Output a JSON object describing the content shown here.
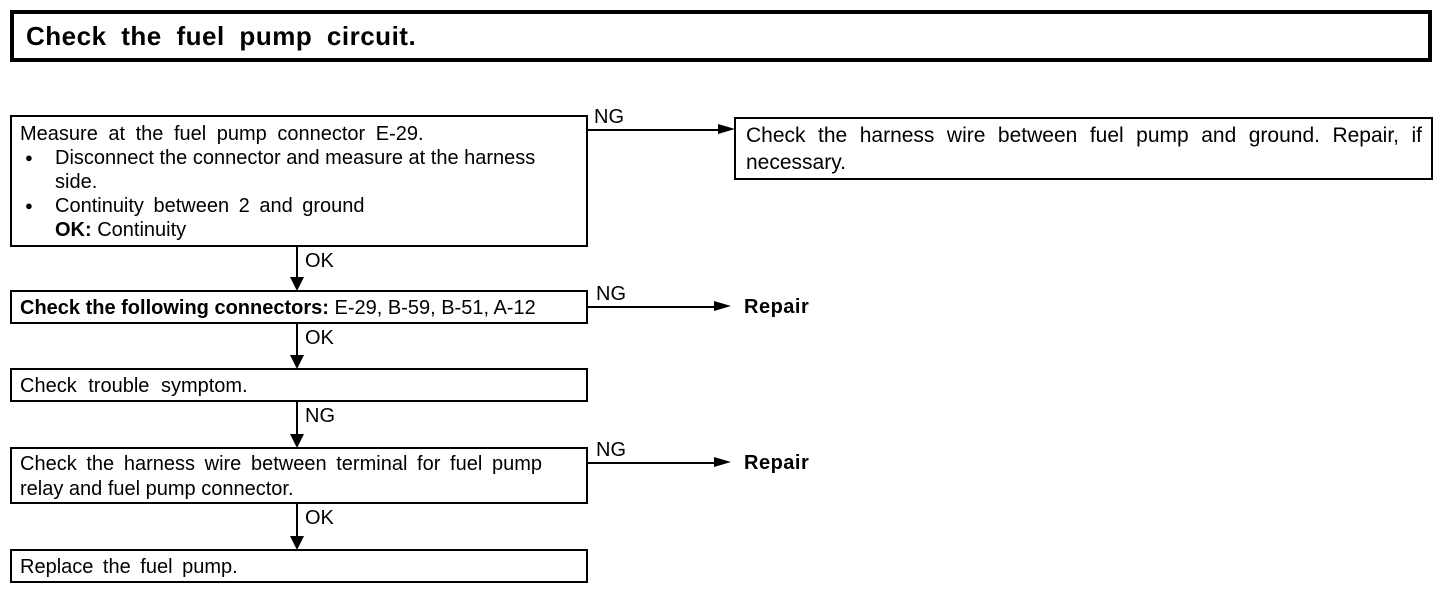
{
  "title": "Check the fuel pump circuit.",
  "glyphs": {
    "bullet": "●"
  },
  "labels": {
    "ok": "OK",
    "ng": "NG"
  },
  "flow": {
    "step1": {
      "line1": "Measure at the fuel pump connector E-29.",
      "bullet1": "Disconnect the connector and measure at the harness side.",
      "bullet2": "Continuity between 2 and ground",
      "ok_label": "OK:",
      "ok_value": "Continuity"
    },
    "ng_box1": "Check the harness wire between fuel pump and ground. Repair, if necessary.",
    "step2": {
      "bold": "Check the following connectors:",
      "rest": " E-29, B-59, B-51, A-12"
    },
    "repair": "Repair",
    "step3": "Check trouble symptom.",
    "step4": "Check the harness wire between terminal for fuel pump relay and fuel pump connector.",
    "step5": "Replace the fuel pump."
  }
}
